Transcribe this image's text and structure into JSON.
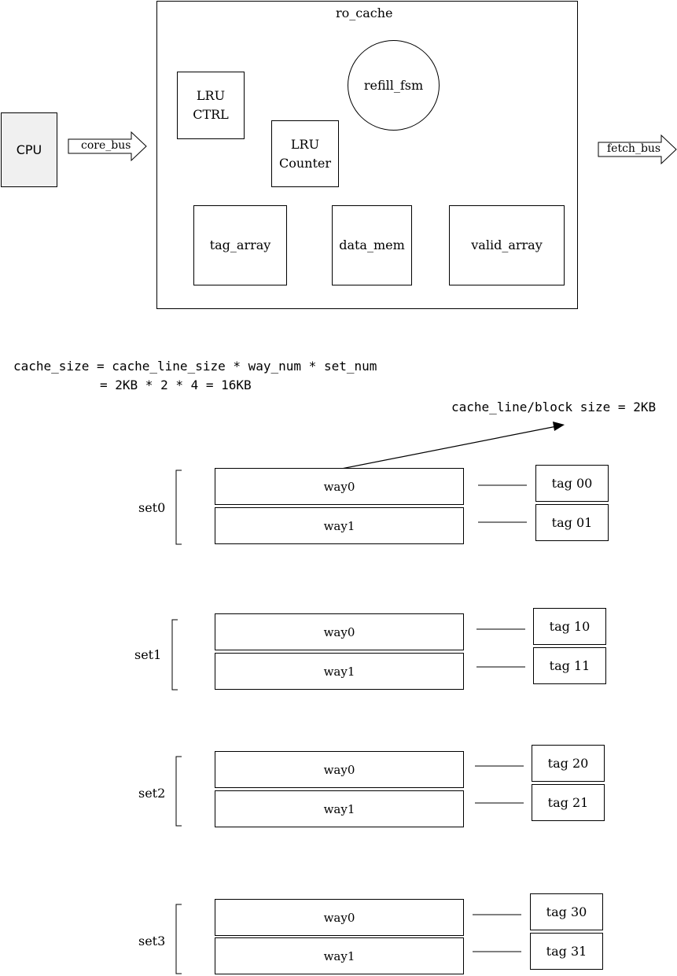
{
  "top": {
    "cpu_label": "CPU",
    "core_bus_label": "core_bus",
    "fetch_bus_label": "fetch_bus",
    "ro_cache": {
      "title": "ro_cache",
      "lru_ctrl": "LRU\nCTRL",
      "lru_counter": "LRU\nCounter",
      "refill_fsm": "refill_fsm",
      "tag_array": "tag_array",
      "data_mem": "data_mem",
      "valid_array": "valid_array"
    }
  },
  "formula": {
    "line1": "cache_size = cache_line_size * way_num * set_num",
    "line2": "= 2KB * 2 * 4 = 16KB"
  },
  "annotation": "cache_line/block size = 2KB",
  "sets": [
    {
      "label": "set0",
      "ways": [
        "way0",
        "way1"
      ],
      "tags": [
        "tag 00",
        "tag 01"
      ]
    },
    {
      "label": "set1",
      "ways": [
        "way0",
        "way1"
      ],
      "tags": [
        "tag 10",
        "tag 11"
      ]
    },
    {
      "label": "set2",
      "ways": [
        "way0",
        "way1"
      ],
      "tags": [
        "tag 20",
        "tag 21"
      ]
    },
    {
      "label": "set3",
      "ways": [
        "way0",
        "way1"
      ],
      "tags": [
        "tag 30",
        "tag 31"
      ]
    }
  ]
}
